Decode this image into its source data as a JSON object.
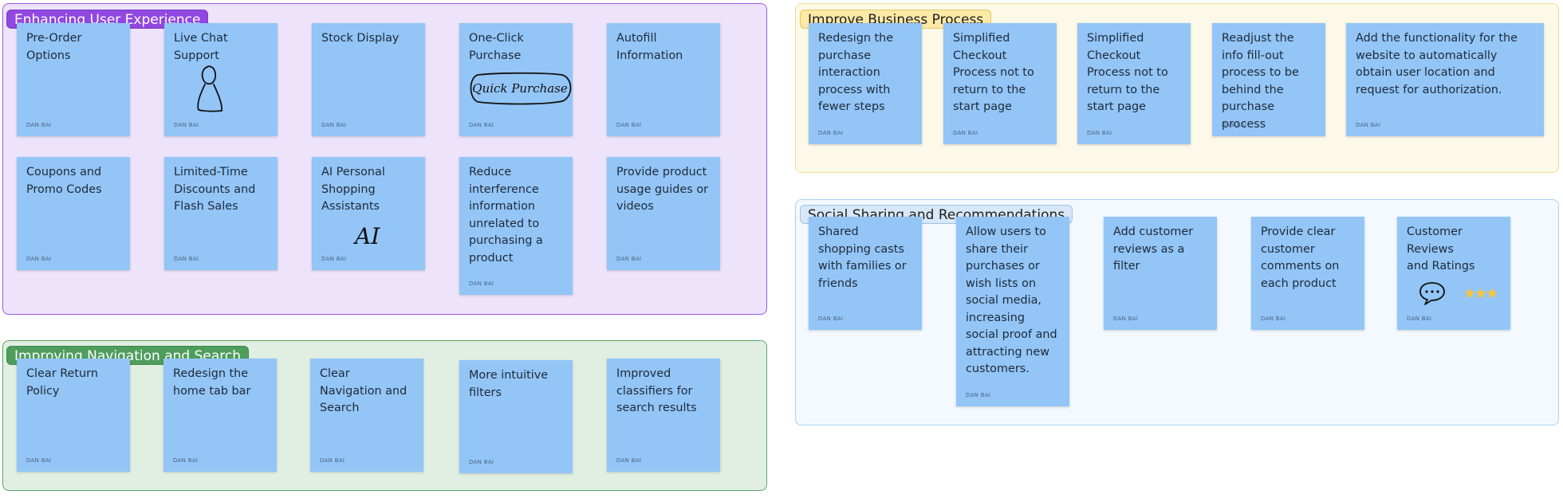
{
  "sections": {
    "enhancing": {
      "title": "Enhancing User Experience",
      "notes": [
        {
          "text": "Pre-Order Options",
          "author": "DAN BAI"
        },
        {
          "text": "Live Chat Support",
          "author": "DAN BAI"
        },
        {
          "text": "Stock Display",
          "author": "DAN BAI"
        },
        {
          "text": "One-Click Purchase",
          "author": "DAN BAI",
          "sketch_text": "Quick Purchase"
        },
        {
          "text": "Autofill Information",
          "author": "DAN BAI"
        },
        {
          "text": "Coupons and Promo Codes",
          "author": "DAN BAI"
        },
        {
          "text": "Limited-Time Discounts and Flash Sales",
          "author": "DAN BAI"
        },
        {
          "text": "AI Personal Shopping Assistants",
          "author": "DAN BAI",
          "sketch_text": "AI"
        },
        {
          "text": "Reduce interference information unrelated to purchasing a product",
          "author": "DAN BAI"
        },
        {
          "text": "Provide product usage guides or videos",
          "author": "DAN BAI"
        }
      ]
    },
    "navigation": {
      "title": "Improving Navigation and Search",
      "notes": [
        {
          "text": "Clear Return Policy",
          "author": "DAN BAI"
        },
        {
          "text": "Redesign the home tab bar",
          "author": "DAN BAI"
        },
        {
          "text": "Clear Navigation and Search",
          "author": "DAN BAI"
        },
        {
          "text": "More intuitive filters",
          "author": "DAN BAI"
        },
        {
          "text": "Improved classifiers for search results",
          "author": "DAN BAI"
        }
      ]
    },
    "business": {
      "title": "Improve Business Process",
      "notes": [
        {
          "text": "Redesign the purchase interaction process with fewer steps",
          "author": "DAN BAI"
        },
        {
          "text": "Simplified Checkout Process not to return to the start page",
          "author": "DAN BAI"
        },
        {
          "text": "Simplified Checkout Process not to return to the start page",
          "author": "DAN BAI"
        },
        {
          "text": "Readjust the info fill-out process to be behind the purchase process",
          "author": "DAN BAI"
        },
        {
          "text": "Add the functionality for the website to automatically obtain user location and request for authorization.",
          "author": "DAN BAI"
        }
      ]
    },
    "social": {
      "title": "Social Sharing and Recommendations",
      "notes": [
        {
          "text": "Shared shopping casts with families or friends",
          "author": "DAN BAI"
        },
        {
          "text": "Allow users to share their purchases or wish lists on social media, increasing social proof and attracting new customers.",
          "author": "DAN BAI"
        },
        {
          "text": "Add customer reviews as a filter",
          "author": "DAN BAI"
        },
        {
          "text": "Provide clear customer comments on each product",
          "author": "DAN BAI"
        },
        {
          "text": "Customer Reviews and Ratings",
          "author": "DAN BAI"
        }
      ]
    }
  },
  "colors": {
    "sticky_note": "#93c5f7",
    "purple_section": "#ede4fb",
    "green_section": "#e1efe3",
    "yellow_section": "#fdf9e8",
    "blue_section": "#f3f9fe",
    "star": "#f4c542"
  },
  "icons": {
    "person_sketch": "person-sketch-icon",
    "speech_bubble": "speech-bubble-icon",
    "stars": "rating-stars-icon"
  }
}
